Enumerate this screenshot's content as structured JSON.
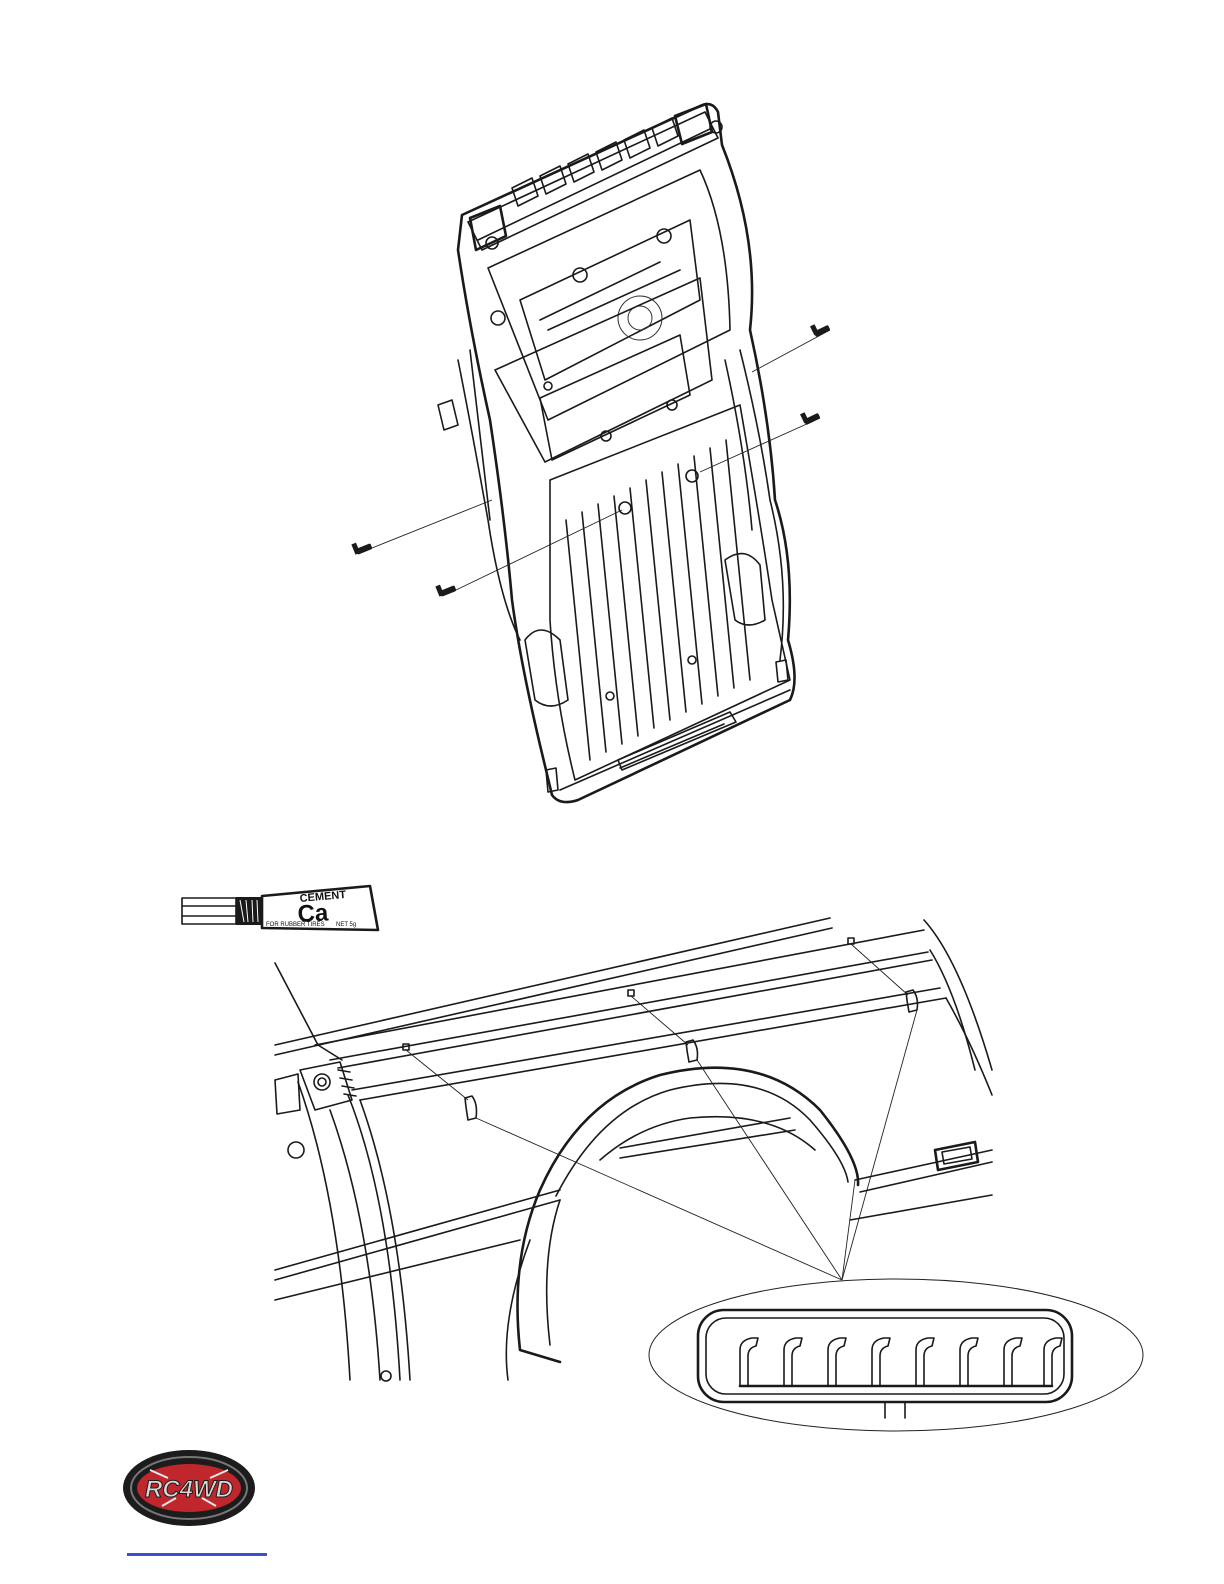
{
  "glue_tube": {
    "brand": "CEMENT",
    "type_mark": "Ca",
    "usage": "FOR RUBBER TIRES",
    "net": "NET 5g"
  },
  "logo": {
    "text": "RC4WD",
    "colors": {
      "outer": "#1c1c1c",
      "inner": "#c0272d",
      "letters": "#d8d8d8"
    }
  },
  "link_color": "#3a4fc8",
  "line_color": "#1a1a1a"
}
